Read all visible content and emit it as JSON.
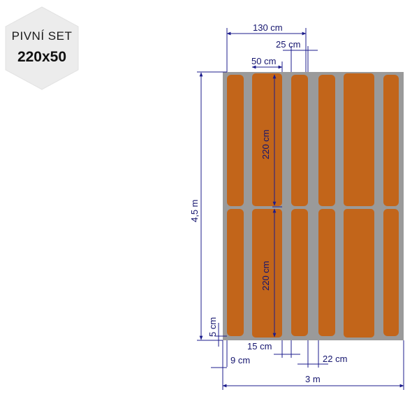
{
  "badge": {
    "title": "PIVNÍ SET",
    "size": "220x50"
  },
  "colors": {
    "plank": "#c2651a",
    "ground": "#9a9a9a",
    "dimension": "#1c1c8c",
    "badge": "#ececec"
  },
  "dimensions": {
    "table_length": "130 cm",
    "bench_gap": "25 cm",
    "table_width": "50 cm",
    "table_height_upper": "220 cm",
    "table_height_lower": "220 cm",
    "area_length": "4,5 m",
    "end_gap": "5 cm",
    "bench_width": "15 cm",
    "side_margin": "9 cm",
    "row_gap": "22 cm",
    "area_width": "3 m"
  }
}
